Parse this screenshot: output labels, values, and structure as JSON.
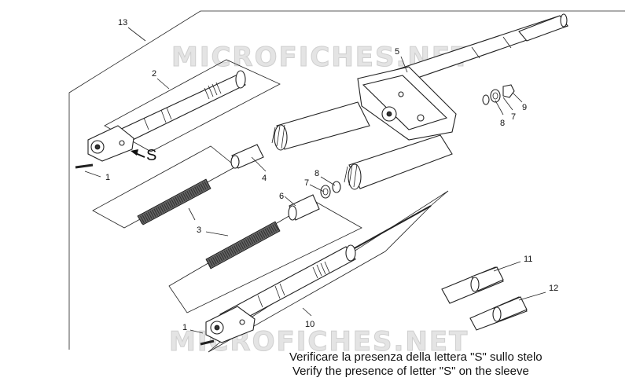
{
  "watermarks": [
    "MICROFICHES.NET",
    "MICROFICHES.NET"
  ],
  "callouts": {
    "c1a": "1",
    "c1b": "1",
    "c2": "2",
    "c3": "3",
    "c4": "4",
    "c5": "5",
    "c6": "6",
    "c7a": "7",
    "c7b": "7",
    "c8a": "8",
    "c8b": "8",
    "c9": "9",
    "c10": "10",
    "c11": "11",
    "c12": "12",
    "c13": "13",
    "cS": "S"
  },
  "notes": {
    "italian": "Verificare la presenza della lettera \"S\" sullo stelo",
    "english": "Verify the presence of letter \"S\" on the sleeve"
  }
}
